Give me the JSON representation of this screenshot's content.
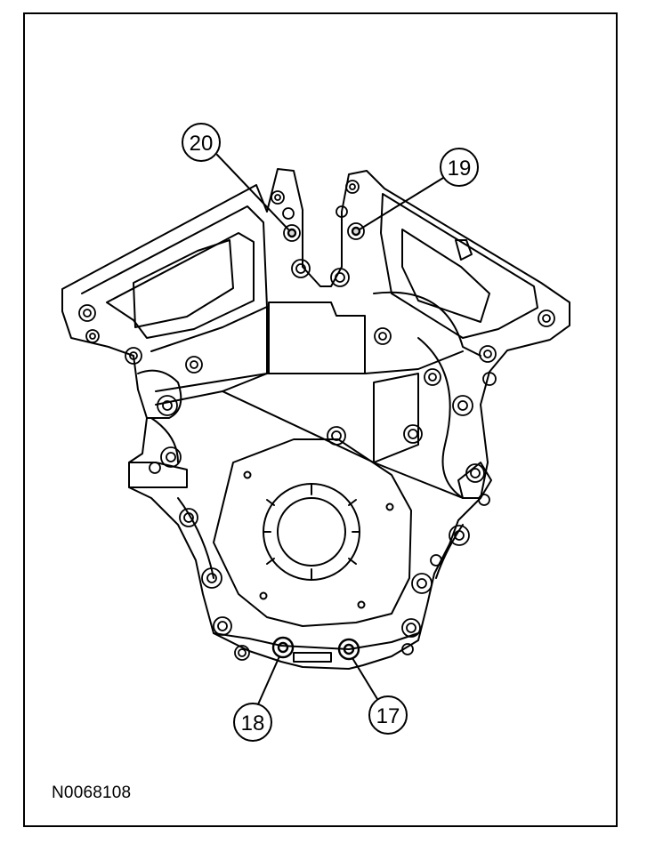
{
  "figure": {
    "id_label": "N0068108"
  },
  "callouts": [
    {
      "number": "20"
    },
    {
      "number": "19"
    },
    {
      "number": "18"
    },
    {
      "number": "17"
    }
  ],
  "colors": {
    "line": "#000000",
    "background": "#ffffff"
  }
}
